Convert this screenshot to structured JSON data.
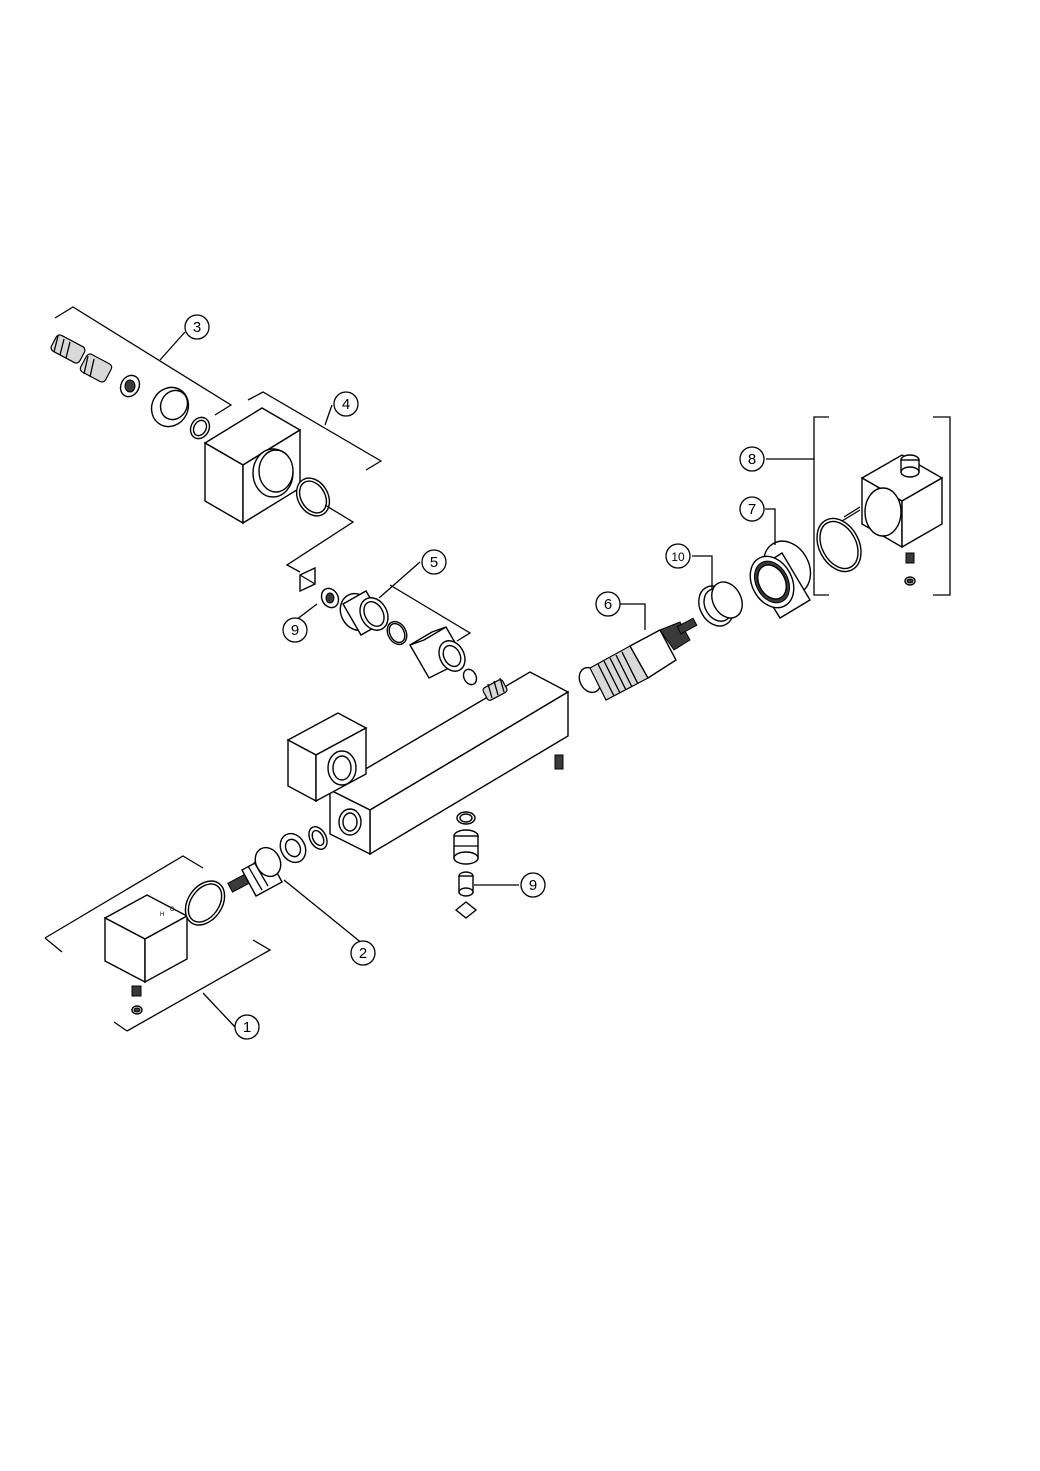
{
  "diagram": {
    "callouts": [
      {
        "id": "1",
        "label": "1"
      },
      {
        "id": "2",
        "label": "2"
      },
      {
        "id": "3",
        "label": "3"
      },
      {
        "id": "4",
        "label": "4"
      },
      {
        "id": "5",
        "label": "5"
      },
      {
        "id": "6",
        "label": "6"
      },
      {
        "id": "7",
        "label": "7"
      },
      {
        "id": "8",
        "label": "8"
      },
      {
        "id": "9a",
        "label": "9"
      },
      {
        "id": "9b",
        "label": "9"
      },
      {
        "id": "10",
        "label": "10"
      }
    ],
    "dial_marks": [
      "H",
      "C"
    ]
  }
}
